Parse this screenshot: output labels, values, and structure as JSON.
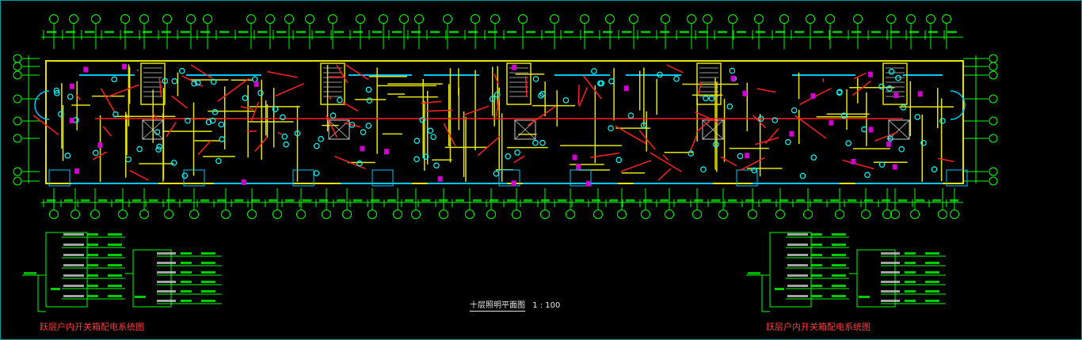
{
  "drawing": {
    "title": "十层照明平面图",
    "scale": "1 : 100"
  },
  "system_diagrams": [
    {
      "caption": "跃层户内开关箱配电系统图"
    },
    {
      "caption": "跃层户内开关箱配电系统图"
    }
  ],
  "colors": {
    "background": "#000000",
    "wall": "#e6e600",
    "window": "#00c8ff",
    "wiring": "#ff2020",
    "fixture": "#00ffff",
    "dimension": "#00ff00",
    "axis_bubble": "#00ff00",
    "text_red": "#ff3b3b",
    "fixture_box": "#d000d0",
    "frame": "#00a0a0"
  }
}
